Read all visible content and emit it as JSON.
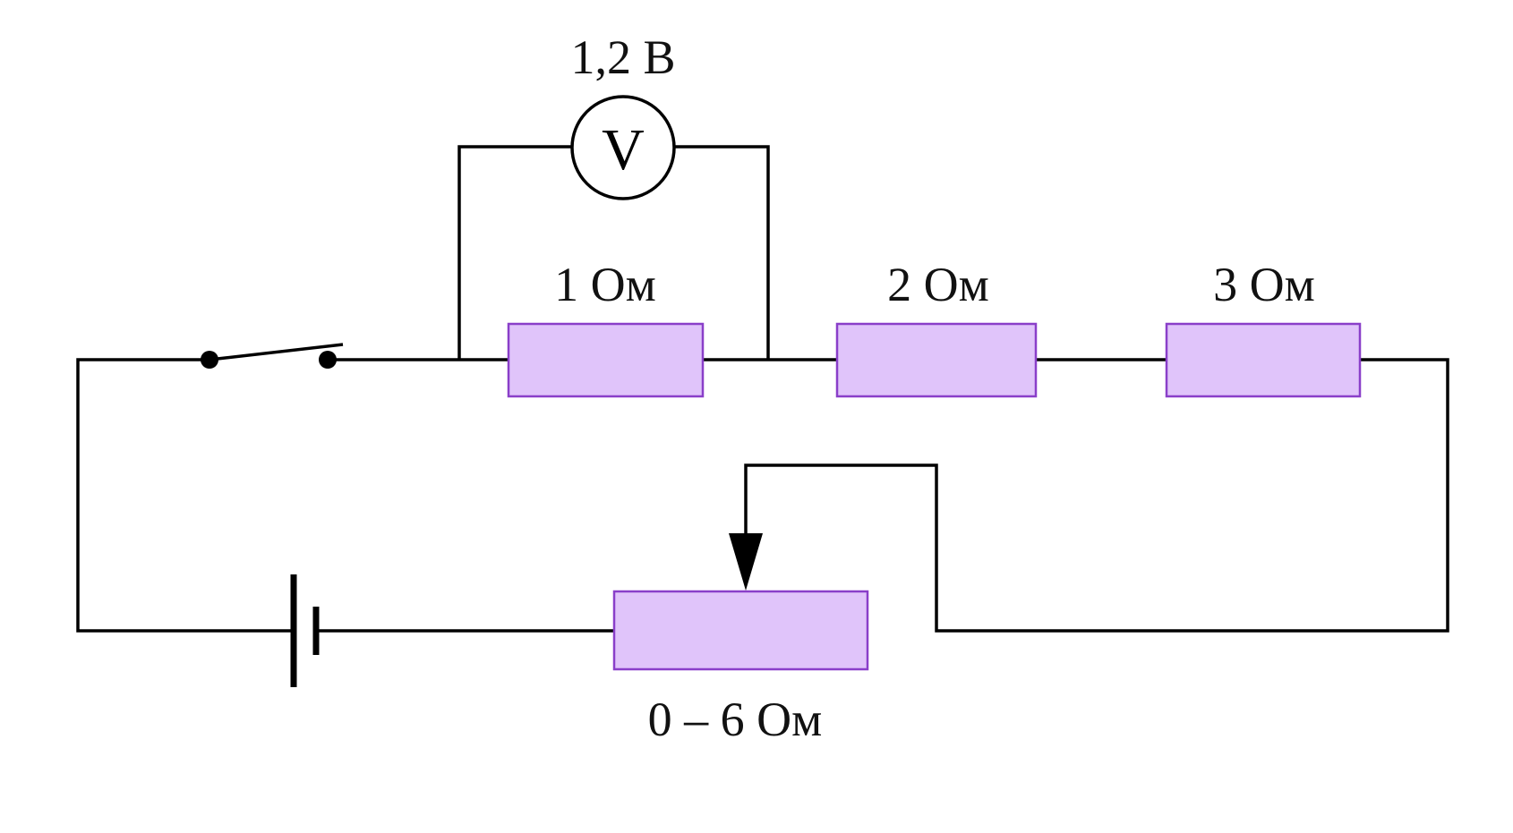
{
  "voltmeter": {
    "reading": "1,2 В",
    "symbol": "V"
  },
  "resistors": [
    {
      "label": "1 Ом"
    },
    {
      "label": "2 Ом"
    },
    {
      "label": "3 Ом"
    }
  ],
  "rheostat": {
    "label": "0 – 6 Ом"
  },
  "colors": {
    "resistor_fill": "#e0c4fa",
    "resistor_stroke": "#8a3fc9",
    "wire": "#000000"
  }
}
